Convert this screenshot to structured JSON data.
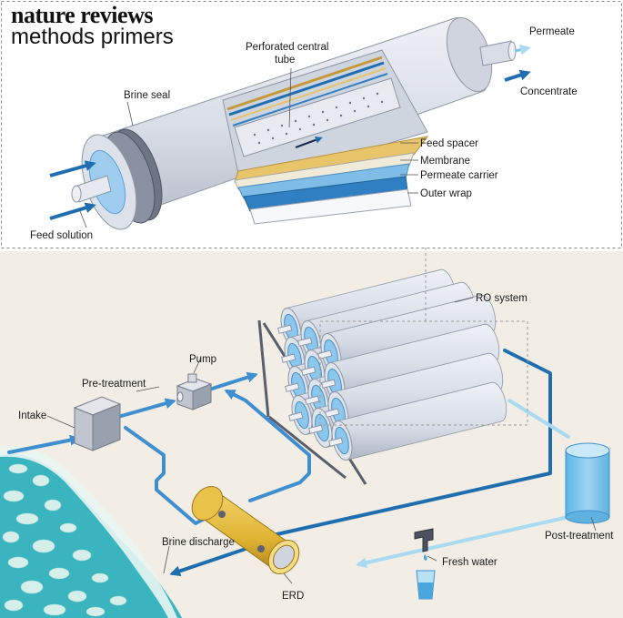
{
  "brand": {
    "line1": "nature reviews",
    "line2": "methods primers"
  },
  "membrane_module": {
    "labels": {
      "perforated_tube_line1": "Perforated central",
      "perforated_tube_line2": "tube",
      "permeate": "Permeate",
      "concentrate": "Concentrate",
      "brine_seal": "Brine seal",
      "feed_spacer": "Feed spacer",
      "membrane": "Membrane",
      "permeate_carrier": "Permeate carrier",
      "outer_wrap": "Outer wrap",
      "feed_solution": "Feed solution"
    }
  },
  "plant": {
    "labels": {
      "ro_system": "RO system",
      "pump": "Pump",
      "pre_treatment": "Pre-treatment",
      "intake": "Intake",
      "post_treatment": "Post-treatment",
      "brine_discharge": "Brine discharge",
      "fresh_water": "Fresh water",
      "erd": "ERD"
    }
  },
  "colors": {
    "background_bottom": "#f2eee5",
    "vessel": "#dde1ea",
    "vessel_dark": "#b8bfcc",
    "feed_blue": "#1f6fb0",
    "permeate_light": "#9fd3ee",
    "sea": "#3ab5bf",
    "erd_gold": "#e2b93b",
    "pipe_mid": "#3f8fd0"
  }
}
